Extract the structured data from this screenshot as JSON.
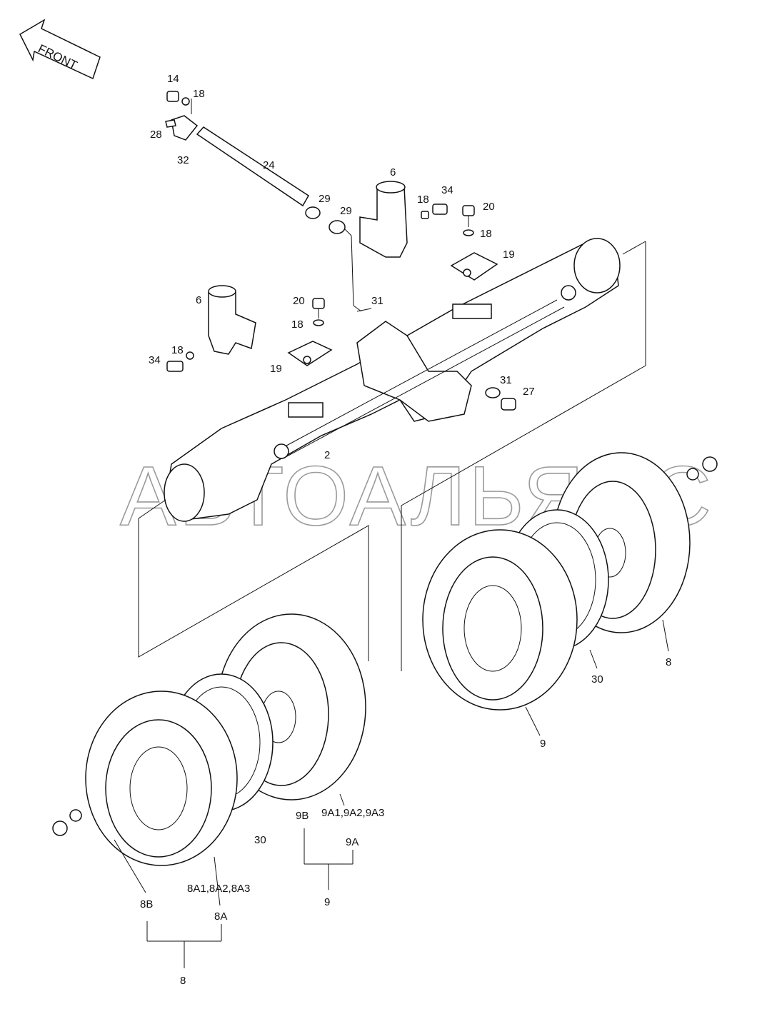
{
  "direction_label": "FRONT",
  "watermark": "АВТОАЛЬЯНС",
  "callouts": {
    "c14": "14",
    "c18a": "18",
    "c28": "28",
    "c32": "32",
    "c24": "24",
    "c6a": "6",
    "c18b": "18",
    "c34a": "34",
    "c29a": "29",
    "c29b": "29",
    "c20a": "20",
    "c18c": "18",
    "c19a": "19",
    "c6b": "6",
    "c18d": "18",
    "c34b": "34",
    "c20b": "20",
    "c18e": "18",
    "c19b": "19",
    "c31a": "31",
    "c31b": "31",
    "c27": "27",
    "c2": "2",
    "c30a": "30",
    "c8a": "8",
    "c9a": "9",
    "c30b": "30",
    "c9b_label": "9B",
    "c9a_group": "9A1,9A2,9A3",
    "c9a_label": "9A",
    "c9b": "9",
    "c8b_label": "8B",
    "c8a_group": "8A1,8A2,8A3",
    "c8a_label": "8A",
    "c8b": "8"
  }
}
